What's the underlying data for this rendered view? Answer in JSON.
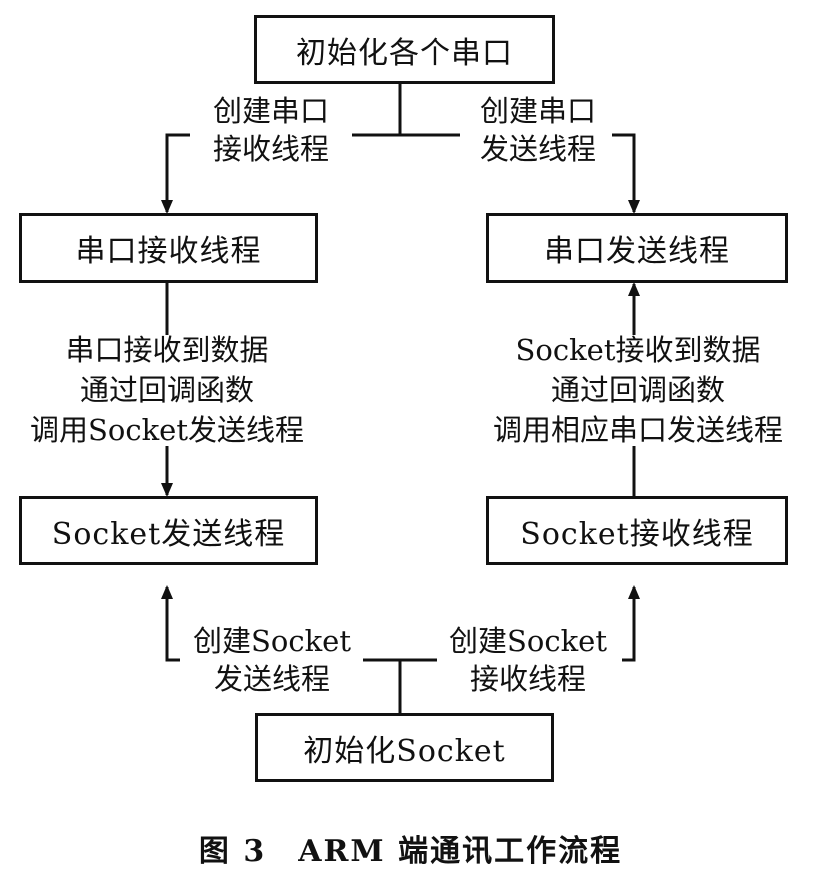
{
  "diagram": {
    "type": "flowchart",
    "nodes": {
      "init_serial": "初始化各个串口",
      "serial_recv": "串口接收线程",
      "serial_send": "串口发送线程",
      "socket_send": "Socket发送线程",
      "socket_recv": "Socket接收线程",
      "init_socket": "初始化Socket"
    },
    "edge_labels": {
      "create_serial_recv": [
        "创建串口",
        "接收线程"
      ],
      "create_serial_send": [
        "创建串口",
        "发送线程"
      ],
      "serial_to_socket": [
        "串口接收到数据",
        "通过回调函数",
        "调用Socket发送线程"
      ],
      "socket_to_serial": [
        "Socket接收到数据",
        "通过回调函数",
        "调用相应串口发送线程"
      ],
      "create_socket_send": [
        "创建Socket",
        "发送线程"
      ],
      "create_socket_recv": [
        "创建Socket",
        "接收线程"
      ]
    },
    "edges": [
      {
        "from": "init_serial",
        "to": "serial_recv",
        "label": "create_serial_recv"
      },
      {
        "from": "init_serial",
        "to": "serial_send",
        "label": "create_serial_send"
      },
      {
        "from": "serial_recv",
        "to": "socket_send",
        "label": "serial_to_socket"
      },
      {
        "from": "socket_recv",
        "to": "serial_send",
        "label": "socket_to_serial"
      },
      {
        "from": "init_socket",
        "to": "socket_send",
        "label": "create_socket_send"
      },
      {
        "from": "init_socket",
        "to": "socket_recv",
        "label": "create_socket_recv"
      }
    ],
    "caption": "图 3　ARM 端通讯工作流程",
    "line_color": "#111111"
  }
}
